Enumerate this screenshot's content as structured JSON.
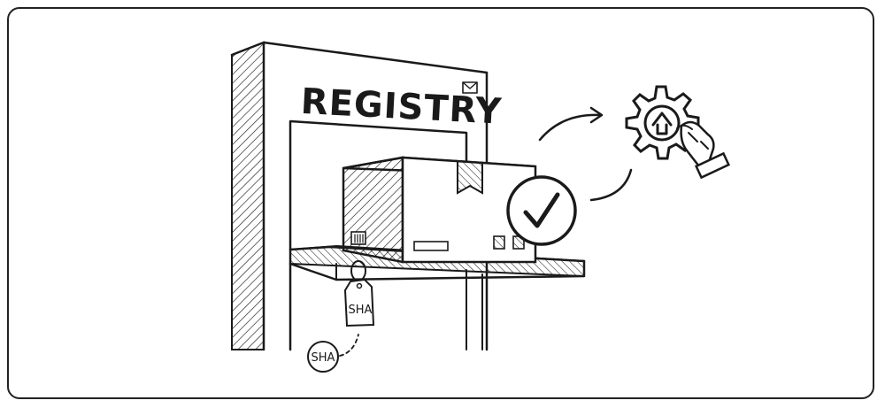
{
  "registry": {
    "sign_text": "REGISTRY"
  },
  "tag": {
    "text": "SHA"
  },
  "digest_circle": {
    "text": "SHA"
  },
  "icons": {
    "mail": "envelope-icon",
    "verify": "checkmark-icon",
    "upload": "gear-upload-icon",
    "hand": "hand-icon",
    "package": "box-icon"
  },
  "colors": {
    "ink": "#1a1a1a",
    "background": "#ffffff"
  }
}
